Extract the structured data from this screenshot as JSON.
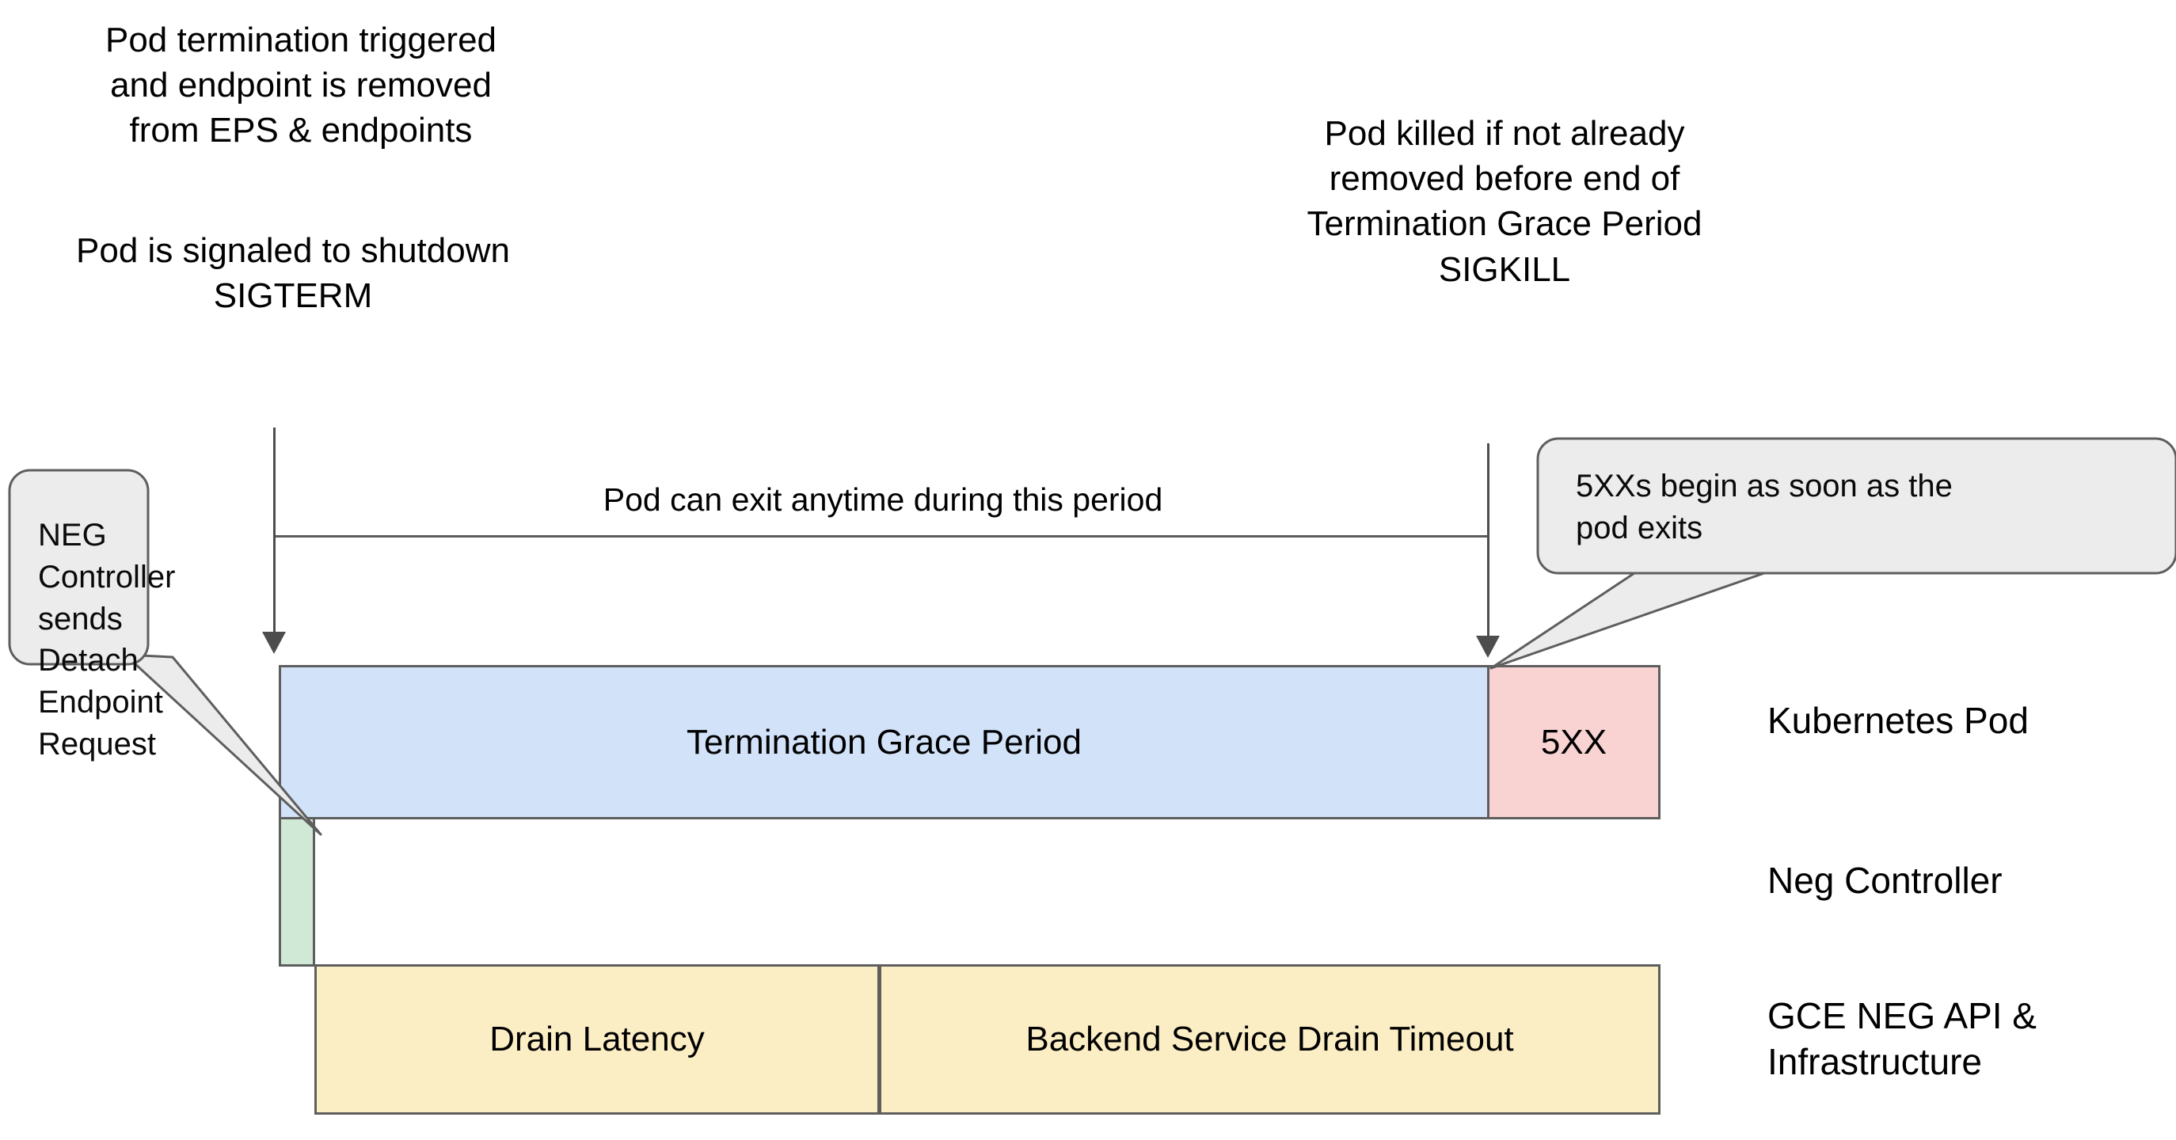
{
  "diagram": {
    "title": "Kubernetes Pod graceful termination and NEG drain timeline",
    "annotations": {
      "pod_termination_triggered": "Pod termination triggered\nand endpoint is removed\nfrom EPS & endpoints",
      "pod_signaled_shutdown": "Pod is signaled to shutdown\nSIGTERM",
      "pod_killed": "Pod killed if not already\nremoved before end of\nTermination Grace Period\nSIGKILL",
      "period_caption": "Pod can exit anytime during this period"
    },
    "callouts": {
      "neg_controller": "NEG\nController\nsends\nDetach\nEndpoint\nRequest",
      "five_xx": "5XXs begin as soon as the\npod exits"
    },
    "bars": [
      {
        "id": "termination-grace-period",
        "label": "Termination Grace Period",
        "lane": "Kubernetes Pod",
        "color": "#d2e2f9"
      },
      {
        "id": "five-xx",
        "label": "5XX",
        "lane": "Kubernetes Pod",
        "color": "#f9d2d2"
      },
      {
        "id": "neg-detach",
        "label": "",
        "lane": "Neg Controller",
        "color": "#cfe9d6"
      },
      {
        "id": "drain-latency",
        "label": "Drain Latency",
        "lane": "GCE NEG API & Infrastructure",
        "color": "#fbedc4"
      },
      {
        "id": "backend-service-drain-timeout",
        "label": "Backend Service Drain Timeout",
        "lane": "GCE NEG API & Infrastructure",
        "color": "#fbedc4"
      }
    ],
    "lanes": [
      {
        "id": "kubernetes-pod",
        "label": "Kubernetes Pod"
      },
      {
        "id": "neg-controller",
        "label": "Neg Controller"
      },
      {
        "id": "gce-neg-api",
        "label": "GCE NEG API &\nInfrastructure"
      }
    ],
    "colors": {
      "grace_blue": "#d2e2f9",
      "error_pink": "#f9d2d2",
      "neg_green": "#cfe9d6",
      "drain_yellow": "#fbedc4",
      "bubble_gray": "#ececec",
      "stroke_gray": "#5e5e5e",
      "arrow_gray": "#4d4d4d",
      "text_black": "#000000"
    }
  }
}
